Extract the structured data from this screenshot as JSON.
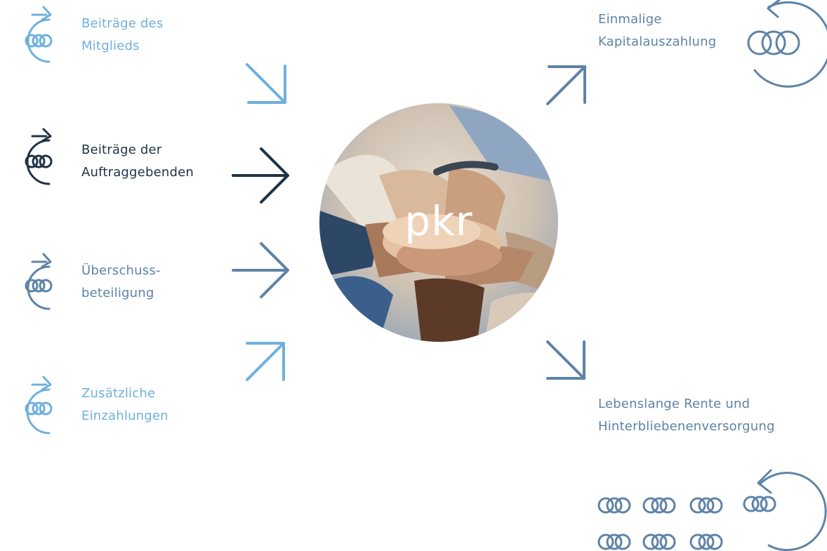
{
  "center": {
    "brand": "pkr"
  },
  "inputs": [
    {
      "line1": "Beiträge des",
      "line2": "Mitglieds",
      "color": "#6fb0dc",
      "icon": "coin-cycle-icon"
    },
    {
      "line1": "Beiträge der",
      "line2": "Auftraggebenden",
      "color": "#1e3346",
      "icon": "coin-cycle-icon"
    },
    {
      "line1": "Überschuss-",
      "line2": "beteiligung",
      "color": "#5e83a6",
      "icon": "coin-cycle-icon"
    },
    {
      "line1": "Zusätzliche",
      "line2": "Einzahlungen",
      "color": "#6fb0dc",
      "icon": "coin-cycle-icon"
    }
  ],
  "outputs": [
    {
      "line1": "Einmalige",
      "line2": "Kapitalauszahlung",
      "color": "#5e83a6",
      "icon": "coin-cycle-icon"
    },
    {
      "line1": "Lebenslange Rente und",
      "line2": "Hinterbliebenenversorgung",
      "color": "#5e83a6",
      "icon": "coin-stack-cycle-icon"
    }
  ],
  "colors": {
    "light": "#6fb0dc",
    "dark": "#1e3346",
    "mid": "#5e83a6"
  }
}
